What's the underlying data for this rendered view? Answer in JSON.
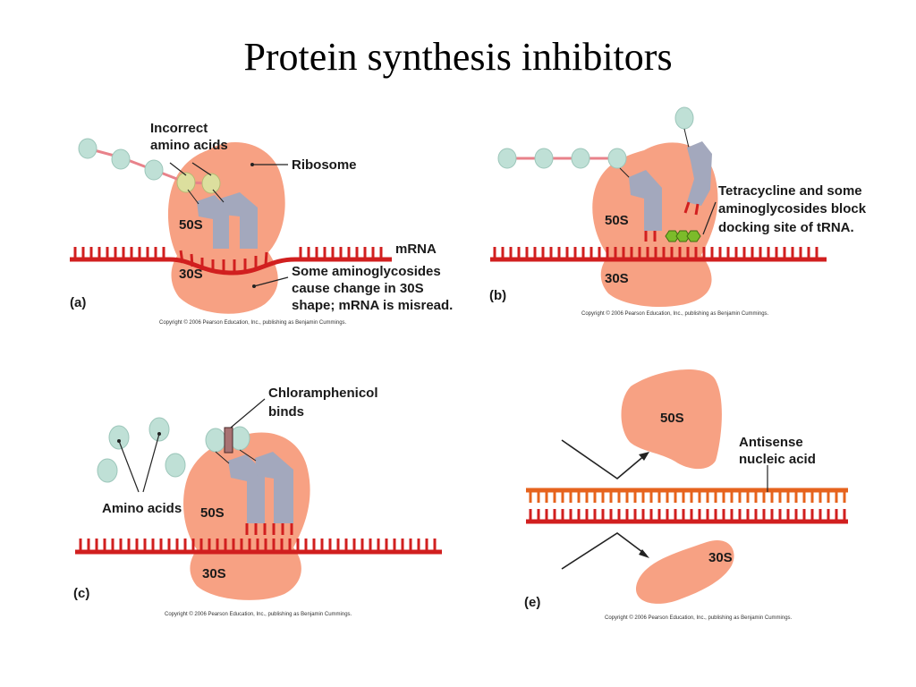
{
  "title": "Protein synthesis inhibitors",
  "colors": {
    "ribosome": "#f7a183",
    "mrna": "#d11f1f",
    "antisense": "#e6631d",
    "trna": "#a3a8bd",
    "amino_acid": "#bfe0d6",
    "incorrect_amino_acid": "#dcdf9e",
    "link": "#e8828a",
    "tetracycline": "#7cbb2a"
  },
  "panels": {
    "a": {
      "letter": "(a)",
      "incorrect_line1": "Incorrect",
      "incorrect_line2": "amino acids",
      "ribosome": "Ribosome",
      "sub50": "50S",
      "sub30": "30S",
      "mrna": "mRNA",
      "note_line1": "Some aminoglycosides",
      "note_line2": "cause change in 30S",
      "note_line3": "shape; mRNA is misread.",
      "copyright": "Copyright © 2006 Pearson Education, Inc., publishing as Benjamin Cummings."
    },
    "b": {
      "letter": "(b)",
      "sub50": "50S",
      "sub30": "30S",
      "note_line1": "Tetracycline and some",
      "note_line2": "aminoglycosides block",
      "note_line3": "docking site of tRNA.",
      "copyright": "Copyright © 2006 Pearson Education, Inc., publishing as Benjamin Cummings."
    },
    "c": {
      "letter": "(c)",
      "chlor_line1": "Chloramphenicol",
      "chlor_line2": "binds",
      "amino_acids": "Amino acids",
      "sub50": "50S",
      "sub30": "30S",
      "copyright": "Copyright © 2006 Pearson Education, Inc., publishing as Benjamin Cummings."
    },
    "e": {
      "letter": "(e)",
      "sub50": "50S",
      "sub30": "30S",
      "antisense_line1": "Antisense",
      "antisense_line2": "nucleic acid",
      "copyright": "Copyright © 2006 Pearson Education, Inc., publishing as Benjamin Cummings."
    }
  }
}
